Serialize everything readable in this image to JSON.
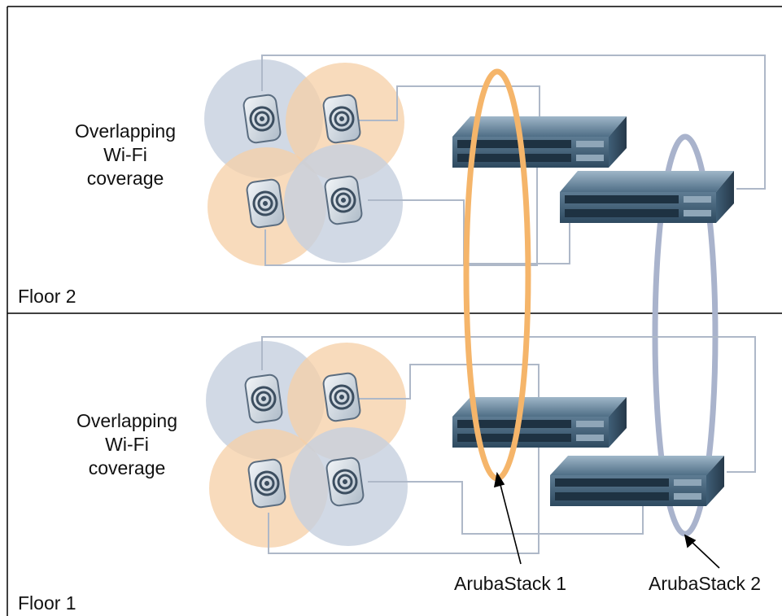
{
  "floors": [
    {
      "label": "Floor 2",
      "coverage_lines": [
        "Overlapping",
        "Wi-Fi",
        "coverage"
      ]
    },
    {
      "label": "Floor 1",
      "coverage_lines": [
        "Overlapping",
        "Wi-Fi",
        "coverage"
      ]
    }
  ],
  "stacks": [
    {
      "label": "ArubaStack 1",
      "color": "#F5B56A"
    },
    {
      "label": "ArubaStack 2",
      "color": "#A9B3CC"
    }
  ],
  "colors": {
    "coverage_blue": "#C5CFDF",
    "coverage_orange": "#F8D7B3",
    "cable": "#AEB8C8",
    "border": "#000000"
  }
}
